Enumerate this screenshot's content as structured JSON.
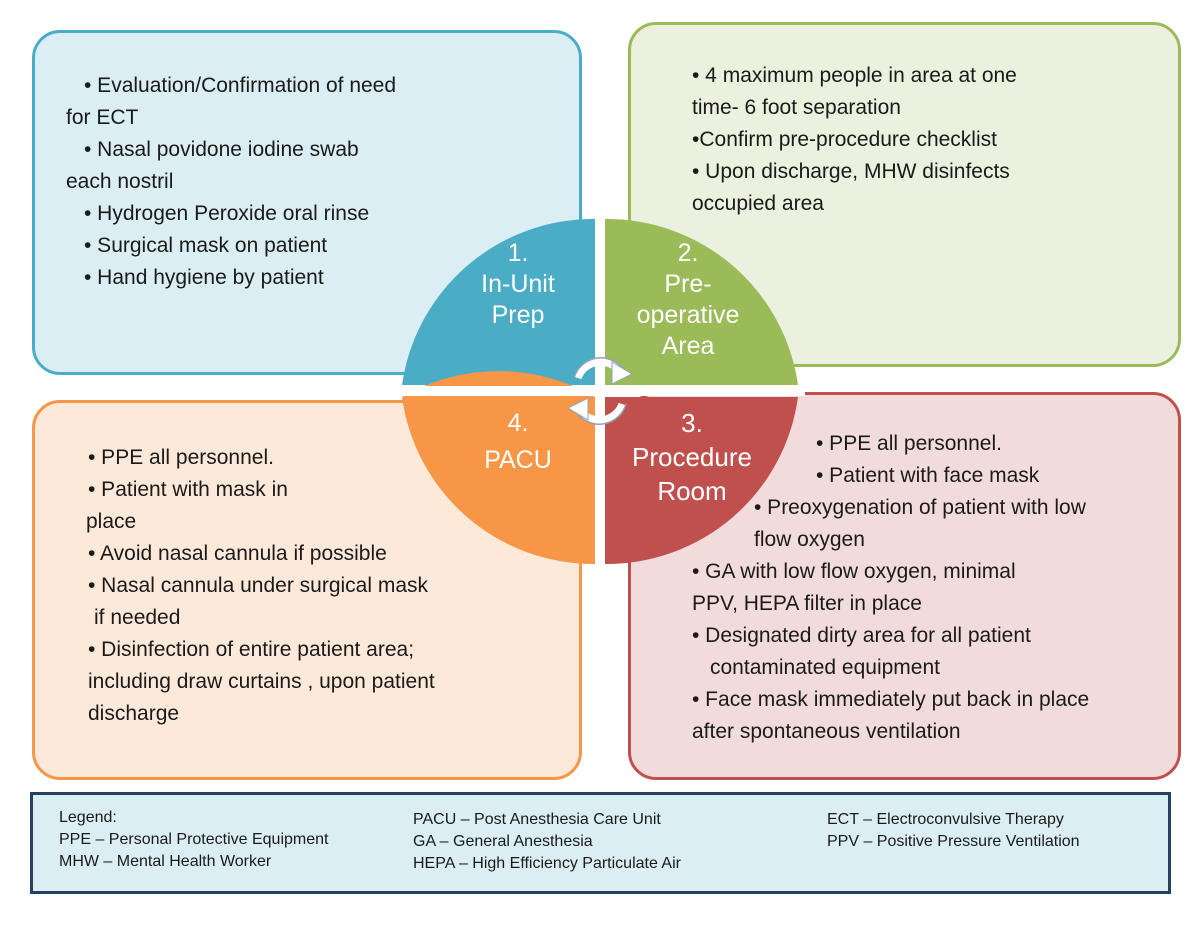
{
  "quadrant1": {
    "number": "1.",
    "title_lines": [
      "In-Unit",
      "Prep"
    ],
    "color": "#4bacc6",
    "bullets": [
      "• Evaluation/Confirmation of need",
      "for ECT",
      "• Nasal povidone iodine swab",
      "each nostril",
      "• Hydrogen Peroxide oral rinse",
      "• Surgical mask on patient",
      "• Hand hygiene by patient"
    ]
  },
  "quadrant2": {
    "number": "2.",
    "title_lines": [
      "Pre-",
      "operative",
      "Area"
    ],
    "color": "#9bbb59",
    "bullets": [
      "• 4 maximum people in area at one",
      "time- 6 foot separation",
      "•Confirm pre-procedure checklist",
      "• Upon discharge, MHW disinfects",
      "occupied area"
    ]
  },
  "quadrant3": {
    "number": "3.",
    "title_lines": [
      "Procedure",
      "Room"
    ],
    "color": "#c0504d",
    "bullets": [
      "• PPE all personnel.",
      "• Patient with face mask",
      "• Preoxygenation of patient with low",
      "flow oxygen",
      "• GA with low flow oxygen, minimal",
      "PPV, HEPA filter in place",
      "• Designated dirty area for all patient",
      "contaminated equipment",
      "• Face mask immediately put back in place",
      "after spontaneous ventilation"
    ]
  },
  "quadrant4": {
    "number": "4.",
    "title_lines": [
      "PACU"
    ],
    "color": "#f79646",
    "bullets": [
      "• PPE all personnel.",
      "• Patient with mask in",
      "place",
      "• Avoid nasal cannula if possible",
      "• Nasal cannula under surgical mask",
      "if needed",
      "• Disinfection of entire patient area;",
      "including  draw curtains , upon patient",
      "discharge"
    ]
  },
  "legend": {
    "heading": "Legend:",
    "col1": [
      "PPE – Personal Protective Equipment",
      "MHW – Mental Health Worker"
    ],
    "col2": [
      "PACU – Post Anesthesia Care Unit",
      "GA – General Anesthesia",
      "HEPA – High Efficiency Particulate Air"
    ],
    "col3": [
      "ECT – Electroconvulsive Therapy",
      "PPV – Positive Pressure Ventilation"
    ]
  }
}
